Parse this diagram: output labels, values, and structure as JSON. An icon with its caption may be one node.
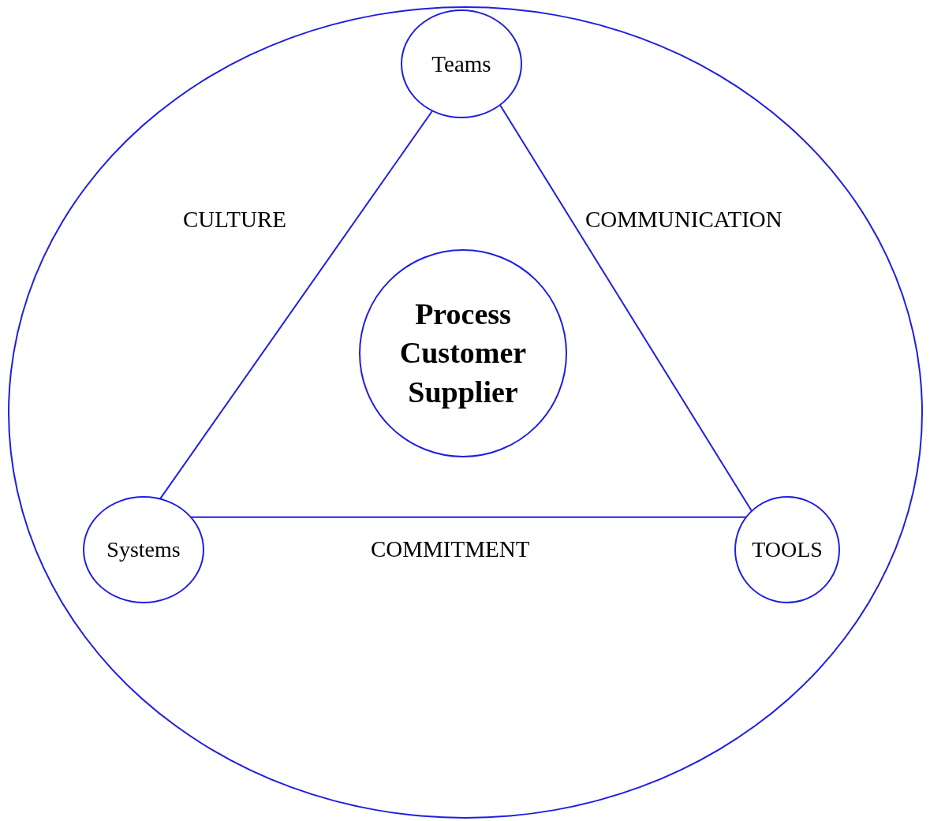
{
  "diagram": {
    "nodes": [
      {
        "text": [],
        "shape": "circle"
      },
      {
        "text": [
          "Teams"
        ],
        "in": 0
      },
      {
        "text": [
          "Process Customer Supplier"
        ],
        "in": 0
      },
      {
        "text": [
          "Systems"
        ],
        "in": 0
      },
      {
        "text": [
          "TOOLS"
        ],
        "in": 0
      }
    ],
    "edges": [
      {
        "from": 1,
        "to": 3,
        "arrow": "none"
      },
      {
        "from": 1,
        "to": 4,
        "arrow": "none"
      },
      {
        "from": 3,
        "to": 4,
        "arrow": "none"
      }
    ],
    "labels": [
      "CULTURE",
      "COMMUNICATION",
      "COMMITMENT"
    ]
  }
}
